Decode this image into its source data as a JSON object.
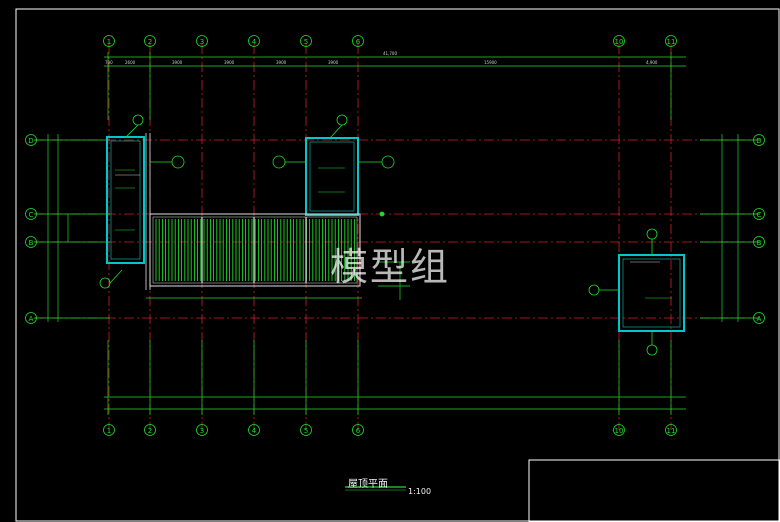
{
  "watermark": "模型组",
  "drawing_title": "屋顶平面",
  "scale": "1:100",
  "axes_columns": [
    "1",
    "2",
    "3",
    "4",
    "5",
    "6",
    "10",
    "11"
  ],
  "axes_rows": [
    "D",
    "C",
    "B",
    "A"
  ],
  "top_dimensions": [
    "700",
    "2600",
    "3900",
    "3900",
    "3900",
    "3900",
    "15900",
    "4,900",
    "41,700"
  ],
  "colors": {
    "axis_line": "#d0202a",
    "dimension": "#1fdc2a",
    "wall": "#00c8c8",
    "roof_slats": "#1fdc2a",
    "border": "#ffffff",
    "background": "#000000"
  }
}
